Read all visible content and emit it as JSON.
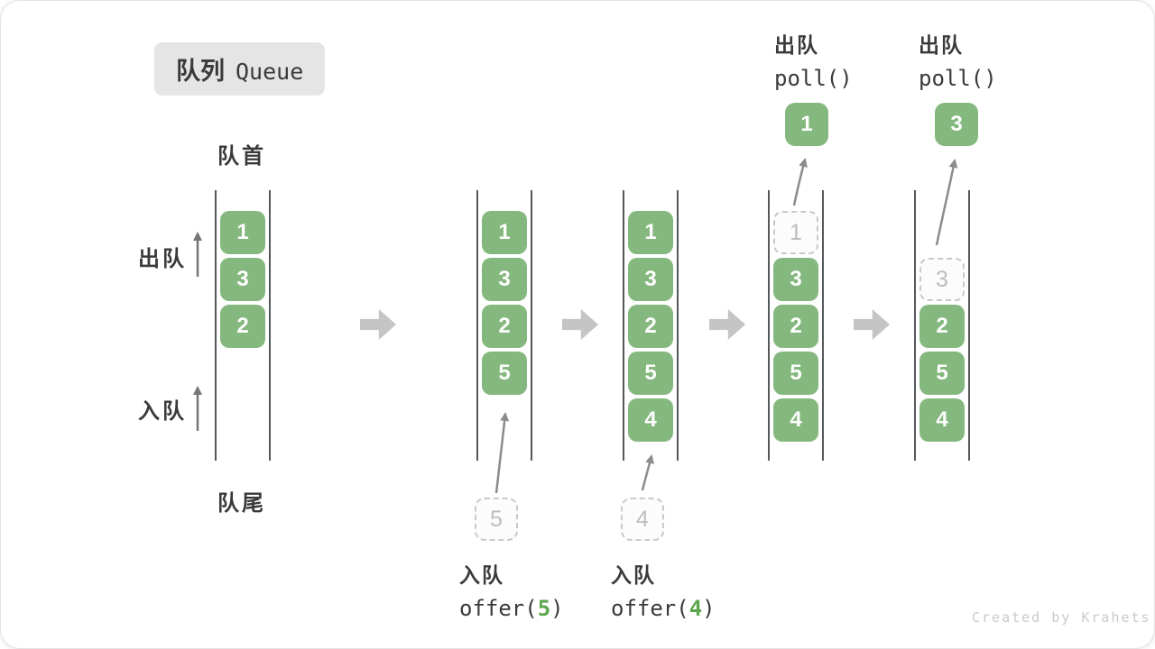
{
  "title": {
    "zh": "队列",
    "en": "Queue"
  },
  "side_labels": {
    "front": "队首",
    "rear": "队尾",
    "dequeue": "出队",
    "enqueue": "入队"
  },
  "states": [
    {
      "cells": [
        "1",
        "3",
        "2"
      ]
    },
    {
      "cells": [
        "1",
        "3",
        "2",
        "5"
      ],
      "incoming": "5"
    },
    {
      "cells": [
        "1",
        "3",
        "2",
        "5",
        "4"
      ],
      "incoming": "4"
    },
    {
      "removed": "1",
      "cells": [
        "3",
        "2",
        "5",
        "4"
      ],
      "out": "1"
    },
    {
      "removed": "3",
      "cells": [
        "2",
        "5",
        "4"
      ],
      "out": "3"
    }
  ],
  "enqueue_ops": [
    {
      "label": "入队",
      "code_open": "offer(",
      "arg": "5",
      "code_close": ")"
    },
    {
      "label": "入队",
      "code_open": "offer(",
      "arg": "4",
      "code_close": ")"
    }
  ],
  "dequeue_ops": [
    {
      "label": "出队",
      "code": "poll()"
    },
    {
      "label": "出队",
      "code": "poll()"
    }
  ],
  "watermark": "Created by Krahets",
  "colors": {
    "cell_green": "#85b87e",
    "arg_green": "#5ca64e",
    "dashed_border": "#c9c9c9",
    "rail_gray": "#55585a",
    "block_arrow_gray": "#c5c5c5",
    "curve_arrow_gray": "#8c8c8c",
    "title_bg": "#e5e5e5",
    "watermark_gray": "#c9cacb"
  }
}
